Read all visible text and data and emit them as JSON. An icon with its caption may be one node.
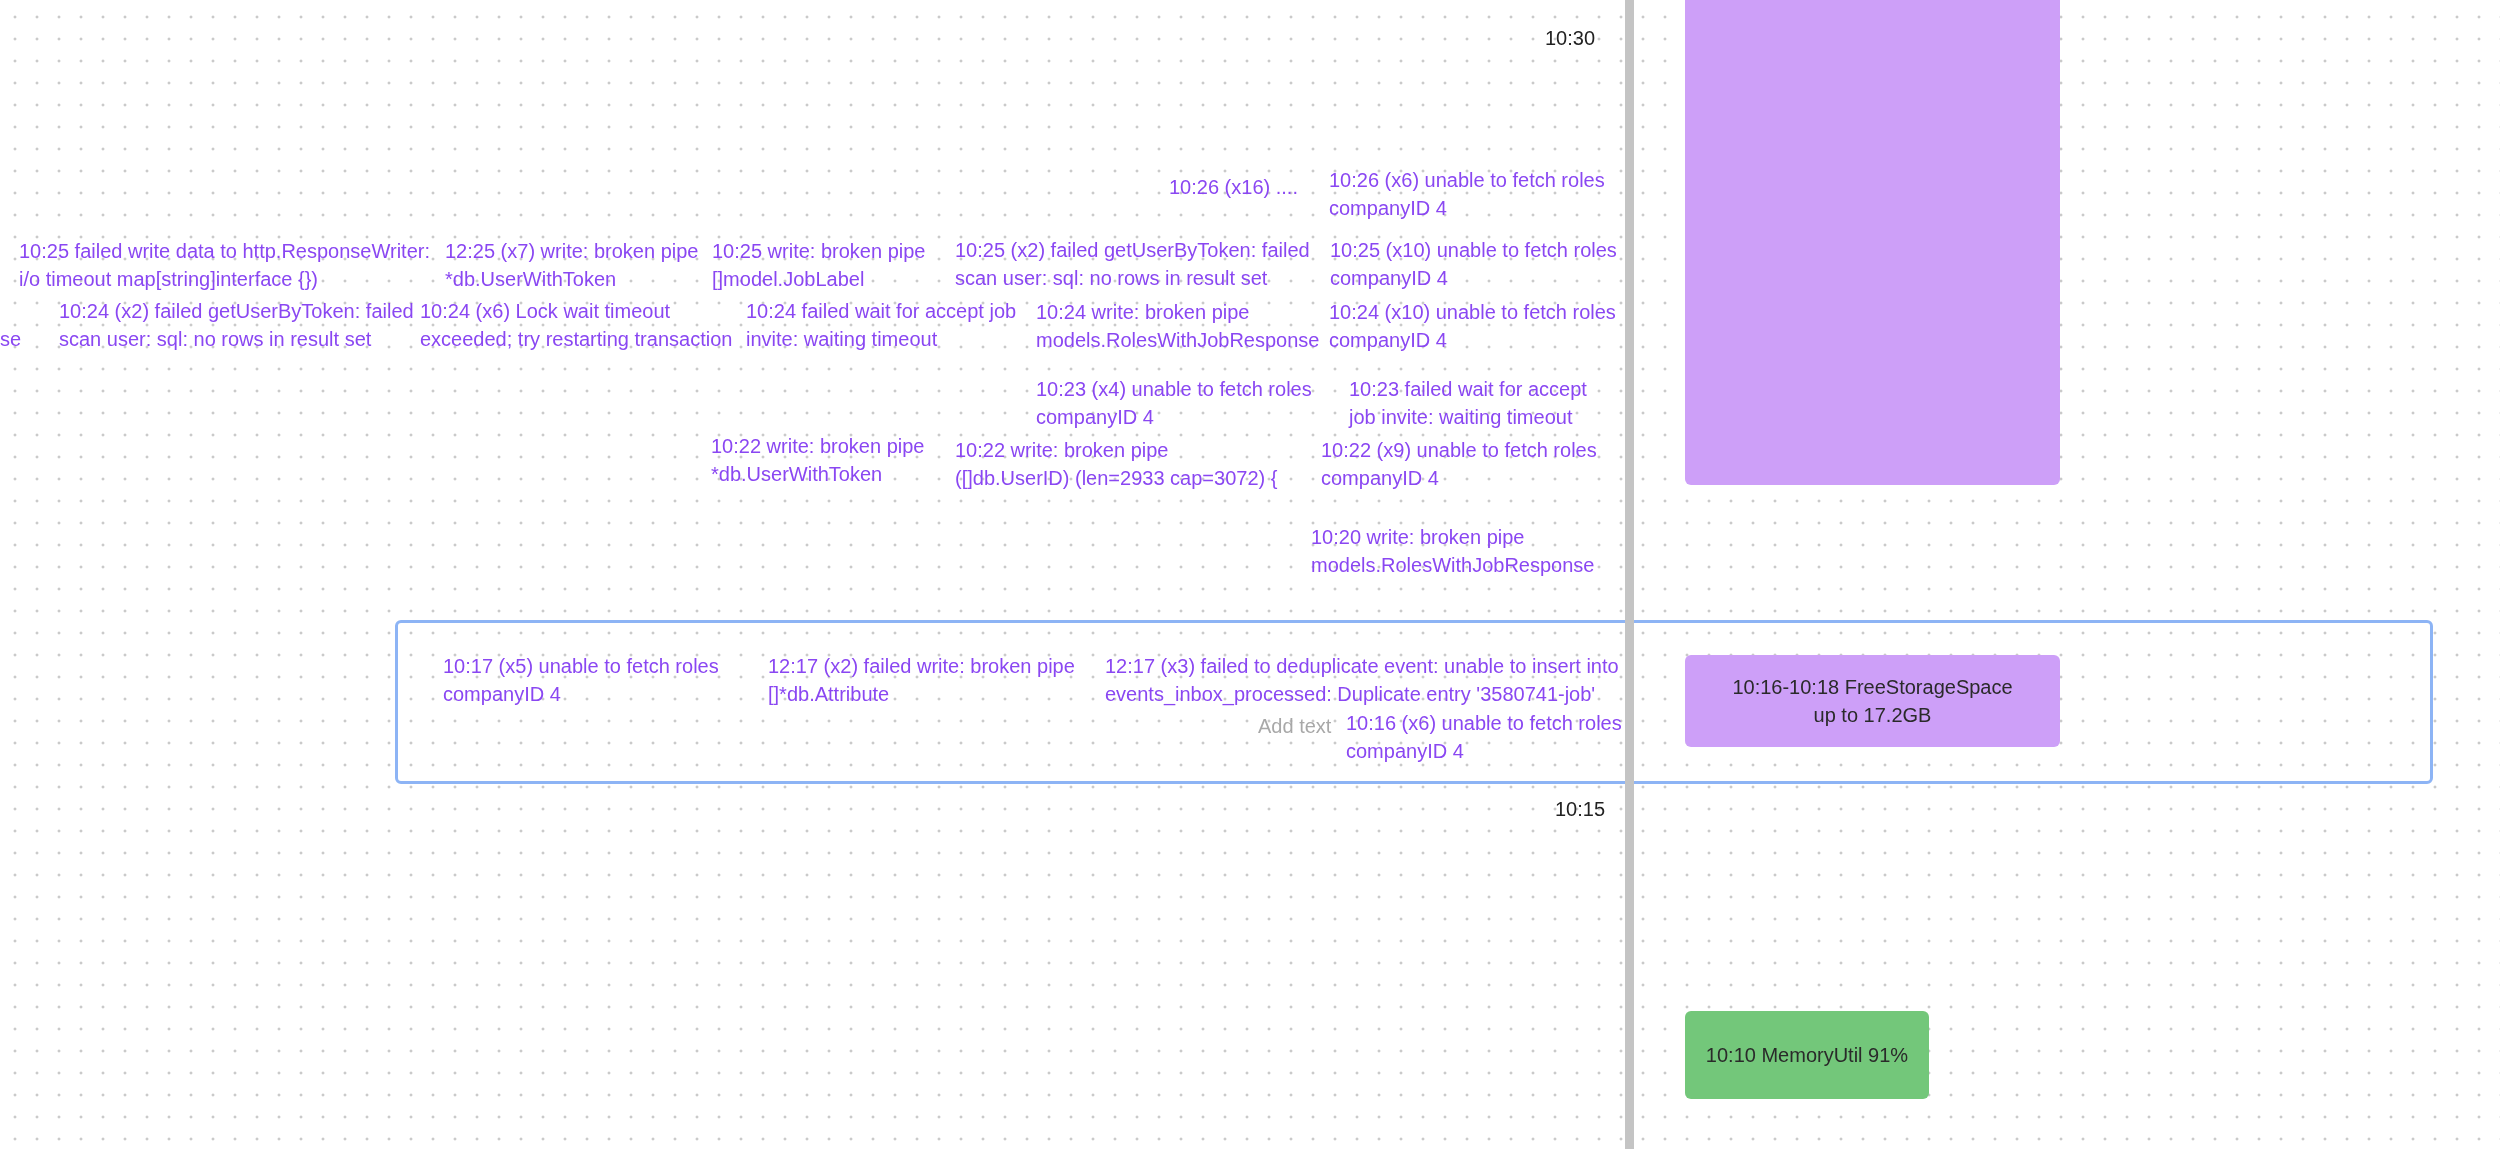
{
  "diagram": {
    "nodes": [
      {
        "text": [],
        "shape": "box"
      },
      {
        "text": [
          "10:17 (x5) unable to fetch roles companyID 4",
          "12:17 (x2) failed write: broken pipe []*db.Attribute",
          "12:17 (x3) failed to deduplicate event: unable to insert into events_inbox_processed: Duplicate entry '3580741-job'",
          "Add text",
          "10:16 (x6) unable to fetch roles companyID 4"
        ]
      },
      {
        "text": [
          "10:16-10:18 FreeStorageSpace up to 17.2GB"
        ],
        "in": 1
      },
      {
        "text": [
          "10:10 MemoryUtil 91%"
        ]
      }
    ],
    "labels": [
      "10:30",
      "10:26 (x16) ....",
      "10:26 (x6) unable to fetch roles companyID 4",
      "10:25 failed write data to http.ResponseWriter: i/o timeout map[string]interface {})",
      "12:25 (x7) write: broken pipe *db.UserWithToken",
      "10:25 write: broken pipe []model.JobLabel",
      "10:25 (x2) failed getUserByToken: failed scan user: sql: no rows in result set",
      "10:25 (x10) unable to fetch roles companyID 4",
      "se",
      "10:24 (x2) failed getUserByToken: failed scan user: sql: no rows in result set",
      "10:24 (x6) Lock wait timeout exceeded; try restarting transaction",
      "10:24 failed wait for accept job invite: waiting timeout",
      "10:24 write: broken pipe models.RolesWithJobResponse",
      "10:24 (x10) unable to fetch roles companyID 4",
      "10:23 (x4) unable to fetch roles companyID 4",
      "10:23 failed wait for accept job invite: waiting timeout",
      "10:22 write: broken pipe *db.UserWithToken",
      "10:22 write: broken pipe ([]db.UserID) (len=2933 cap=3072) {",
      "10:22 (x9) unable to fetch roles companyID 4",
      "10:20 write: broken pipe models.RolesWithJobResponse",
      "10:15"
    ]
  }
}
